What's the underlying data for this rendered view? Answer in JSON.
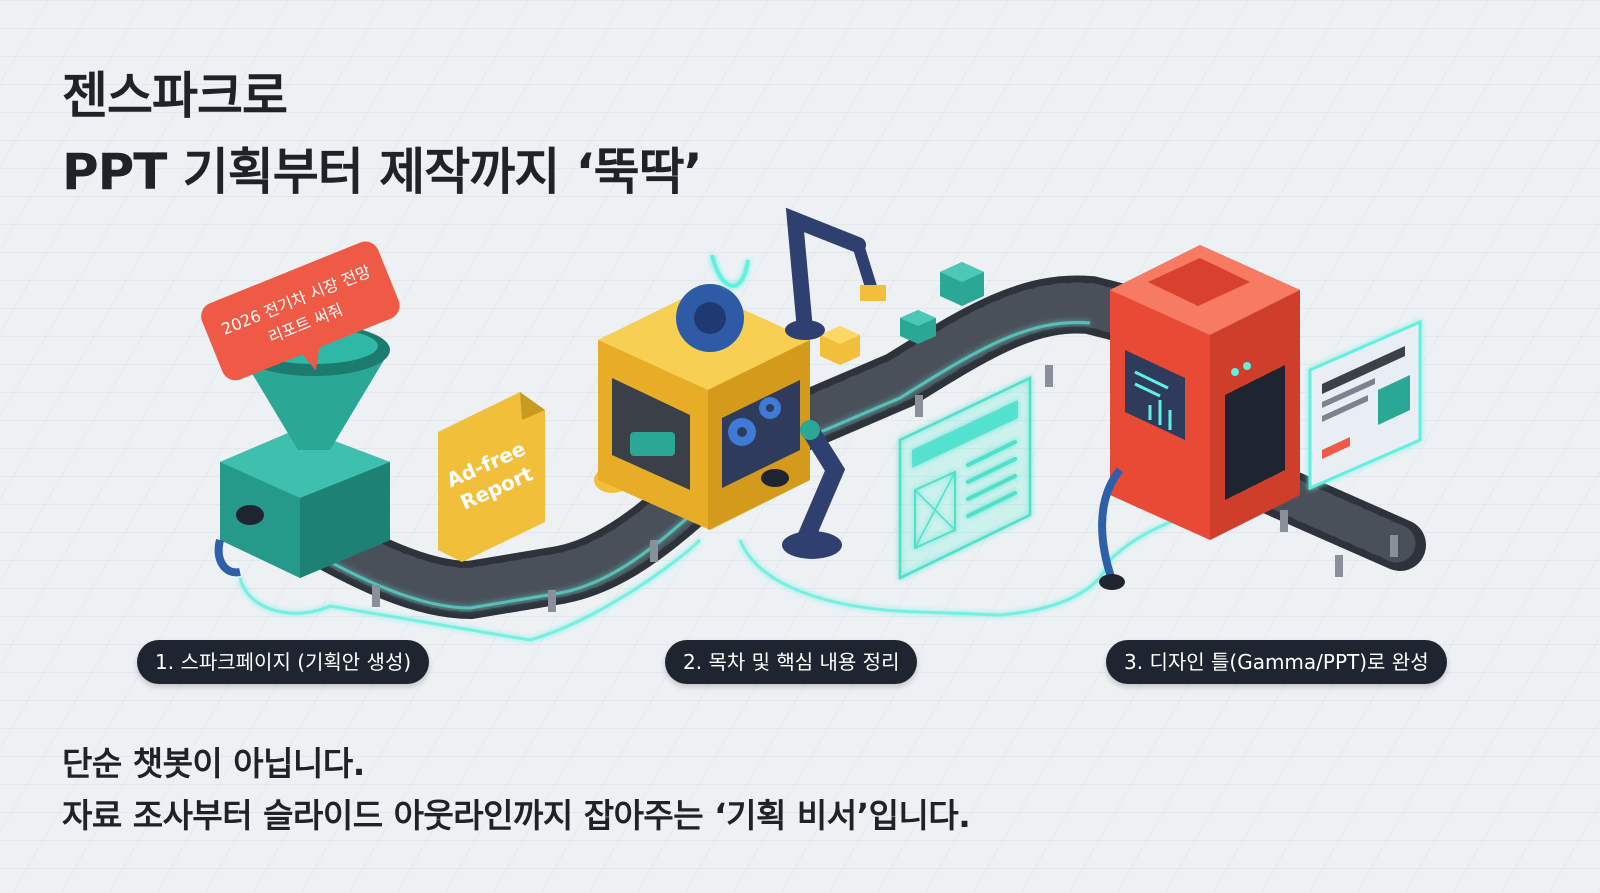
{
  "title": {
    "line1": "젠스파크로",
    "line2": "PPT 기획부터 제작까지 ‘뚝딱’"
  },
  "scene": {
    "bubble_line1": "2026 전기차 시장 전망",
    "bubble_line2": "리포트 써줘",
    "report_line1": "Ad-free",
    "report_line2": "Report"
  },
  "steps": [
    {
      "label": "1. 스파크페이지 (기획안 생성)"
    },
    {
      "label": "2. 목차 및 핵심 내용 정리"
    },
    {
      "label": "3. 디자인 틀(Gamma/PPT)로 완성"
    }
  ],
  "footer": {
    "line1": "단순 챗봇이 아닙니다.",
    "line2": "자료 조사부터 슬라이드 아웃라인까지 잡아주는 ‘기획 비서’입니다."
  },
  "colors": {
    "background": "#eef1f4",
    "teal": "#2aa795",
    "yellow": "#f2bf3a",
    "red": "#ee5a45",
    "navy": "#2f3f6f",
    "belt": "#3a3f48",
    "glow": "#5ff0e0",
    "label_bg": "#1f2530"
  }
}
